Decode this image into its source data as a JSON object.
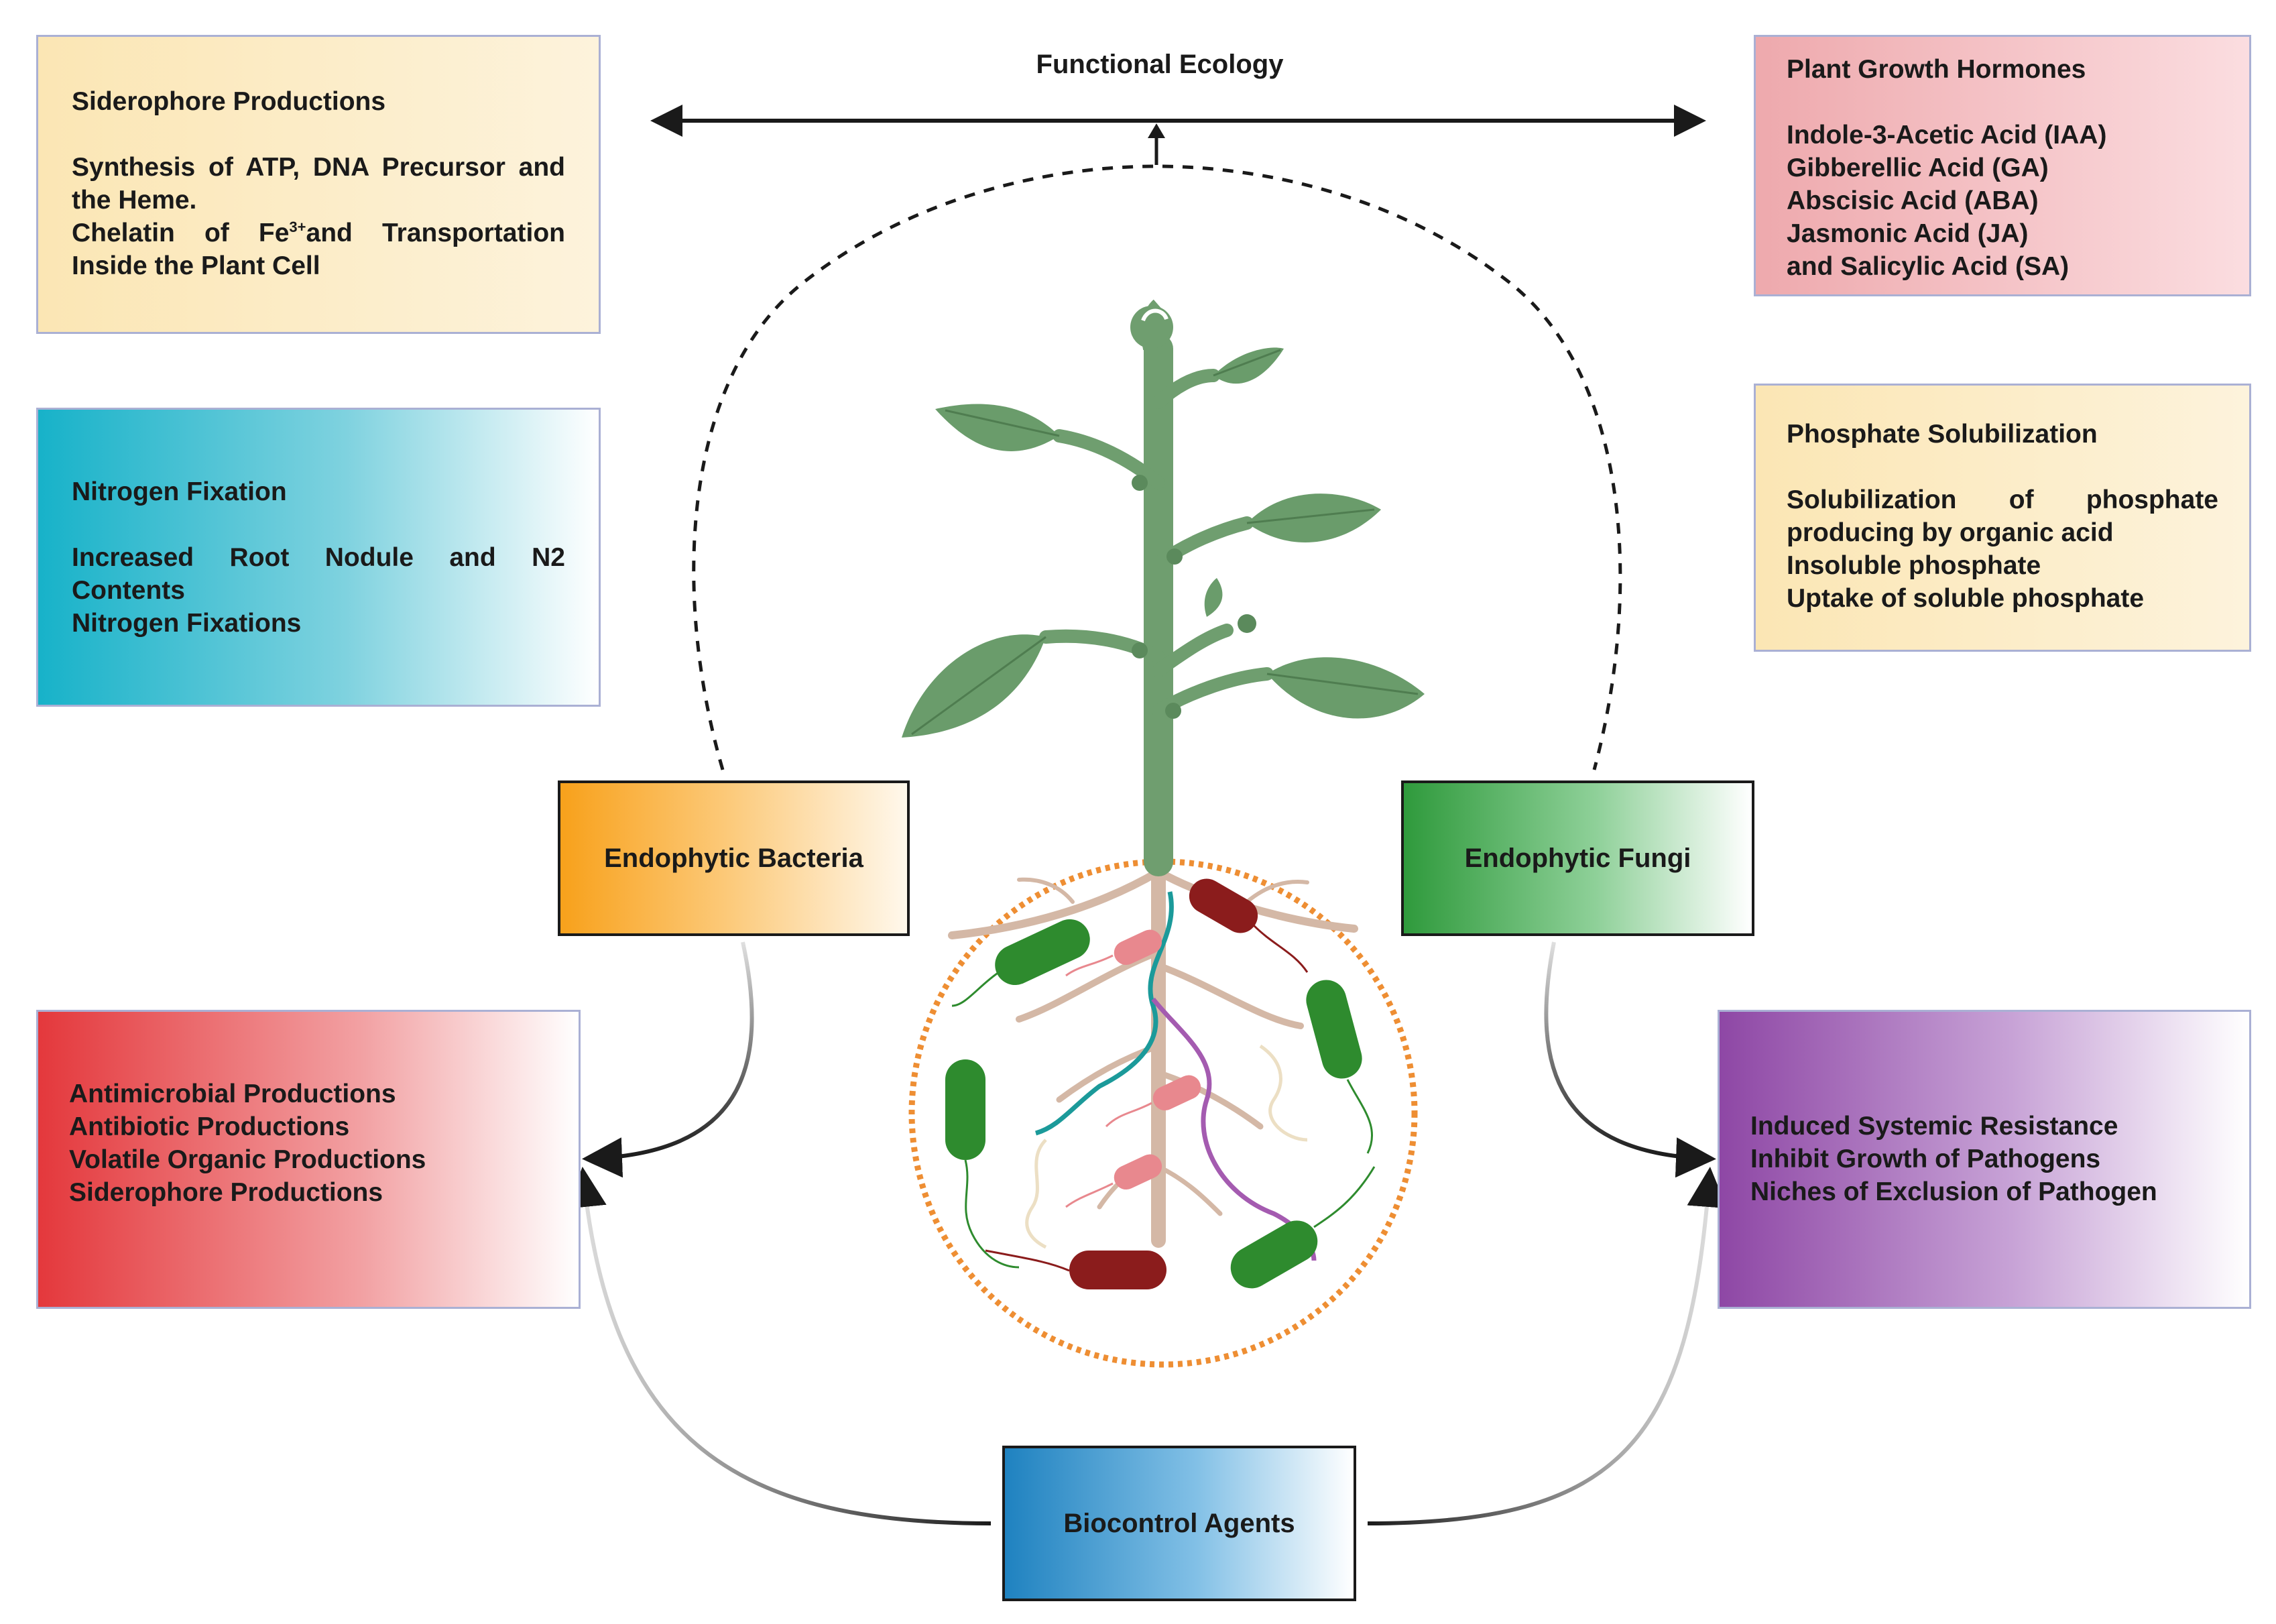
{
  "functional_ecology": "Functional Ecology",
  "siderophore": {
    "title": "Siderophore Productions",
    "line1": "Synthesis of ATP, DNA Precursor and",
    "line2": "the Heme.",
    "line3a": "Chelatin of Fe",
    "line3sup": "3+",
    "line3b": "and Transportation",
    "line4": "Inside the Plant Cell"
  },
  "nitrogen": {
    "title": "Nitrogen Fixation",
    "line1": "Increased Root Nodule and N2",
    "line2": "Contents",
    "line3": "Nitrogen Fixations"
  },
  "hormones": {
    "title": "Plant Growth Hormones",
    "items": [
      "Indole-3-Acetic Acid (IAA)",
      "Gibberellic Acid (GA)",
      "Abscisic Acid (ABA)",
      "Jasmonic Acid (JA)",
      "and Salicylic Acid (SA)"
    ]
  },
  "phosphate": {
    "title": "Phosphate Solubilization",
    "line1": "Solubilization of phosphate",
    "line2": "producing by organic acid",
    "line3": "Insoluble phosphate",
    "line4": "Uptake of soluble phosphate"
  },
  "antimicrobial": {
    "items": [
      "Antimicrobial Productions",
      "Antibiotic Productions",
      "Volatile Organic Productions",
      "Siderophore Productions"
    ]
  },
  "resistance": {
    "items": [
      "Induced Systemic Resistance",
      "Inhibit Growth of Pathogens",
      "Niches of Exclusion of Pathogen"
    ]
  },
  "labels": {
    "bacteria": "Endophytic Bacteria",
    "fungi": "Endophytic Fungi",
    "biocontrol": "Biocontrol Agents"
  },
  "colors": {
    "leaf": "#6a9c6b",
    "stem": "#6f9e6f",
    "root": "#d4b8a6",
    "soil_ring": "#ee8e33",
    "bacteria_green": "#2e8b2e",
    "bacteria_red": "#8b1c1c",
    "bacteria_pink": "#e8888e"
  }
}
